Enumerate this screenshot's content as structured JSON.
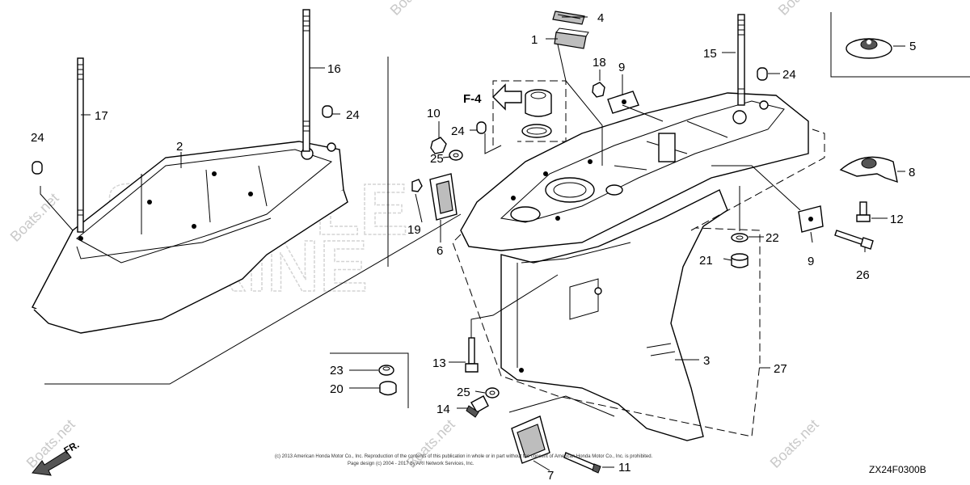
{
  "diagram_code": "ZX24F0300B",
  "ref_label": "F-4",
  "direction_label": "FR.",
  "watermark": "Boats.net",
  "watermark_big_1": "SAMPLE",
  "watermark_big_2": "MARINE",
  "copyright_line_1": "(c) 2013 American Honda Motor Co., Inc. Reproduction of the contents of this publication in whole or in part without the consent of American Honda Motor Co., Inc. is prohibited.",
  "copyright_line_2": "Page design (c) 2004 - 2017 by ARI Network Services, Inc.",
  "callouts": {
    "c1": "1",
    "c2": "2",
    "c3": "3",
    "c4": "4",
    "c5": "5",
    "c6": "6",
    "c7": "7",
    "c8": "8",
    "c9a": "9",
    "c9b": "9",
    "c10": "10",
    "c11": "11",
    "c12": "12",
    "c13": "13",
    "c14": "14",
    "c15": "15",
    "c16": "16",
    "c17": "17",
    "c18": "18",
    "c19": "19",
    "c20": "20",
    "c21": "21",
    "c22": "22",
    "c23": "23",
    "c24a": "24",
    "c24b": "24",
    "c24c": "24",
    "c24d": "24",
    "c25a": "25",
    "c25b": "25",
    "c26": "26",
    "c27": "27"
  }
}
